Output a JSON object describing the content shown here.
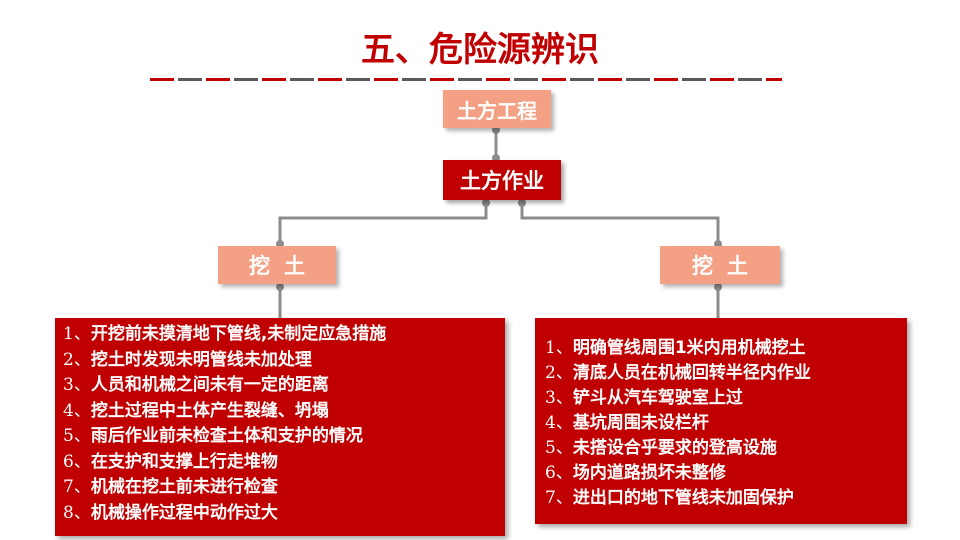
{
  "title": "五、危险源辨识",
  "nodes": {
    "top": "土方工程",
    "middle": "土方作业",
    "left_branch": "挖土",
    "right_branch": "挖土"
  },
  "left_list": [
    {
      "num": "1、",
      "text": "开挖前未摸清地下管线,未制定应急措施"
    },
    {
      "num": "2、",
      "text": "挖土时发现未明管线未加处理"
    },
    {
      "num": "3、",
      "text": "人员和机械之间未有一定的距离"
    },
    {
      "num": "4、",
      "text": "挖土过程中土体产生裂缝、坍塌"
    },
    {
      "num": "5、",
      "text": "雨后作业前未检查土体和支护的情况"
    },
    {
      "num": "6、",
      "text": "在支护和支撑上行走堆物"
    },
    {
      "num": "7、",
      "text": "机械在挖土前未进行检查"
    },
    {
      "num": "8、",
      "text": "机械操作过程中动作过大"
    }
  ],
  "right_list": [
    {
      "num": "1、",
      "text": "明确管线周围1米内用机械挖土"
    },
    {
      "num": "2、",
      "text": "清底人员在机械回转半径内作业"
    },
    {
      "num": "3、",
      "text": "铲斗从汽车驾驶室上过"
    },
    {
      "num": "4、",
      "text": "基坑周围未设栏杆"
    },
    {
      "num": "5、",
      "text": "未搭设合乎要求的登高设施"
    },
    {
      "num": "6、",
      "text": "场内道路损坏未整修"
    },
    {
      "num": "7、",
      "text": "进出口的地下管线未加固保护"
    }
  ],
  "colors": {
    "primary_red": "#c00000",
    "light_orange": "#f4a085",
    "connector_gray": "#8c8c8c"
  }
}
